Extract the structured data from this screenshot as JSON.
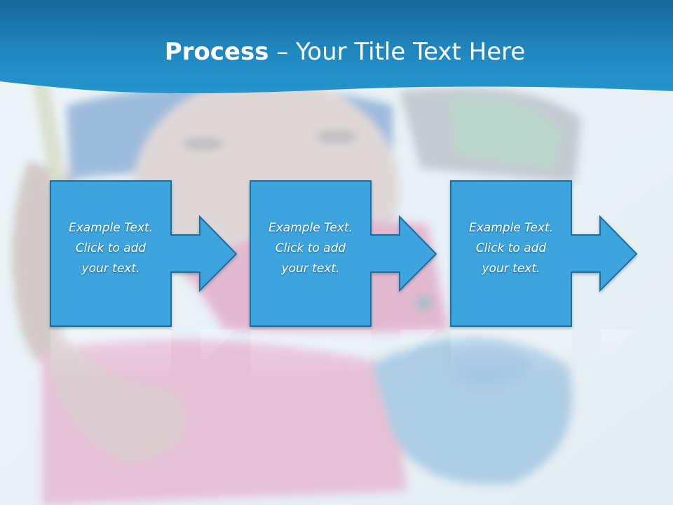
{
  "slide": {
    "title_bold": "Process",
    "title_rest": " – Your Title Text Here",
    "steps": [
      {
        "lines": [
          "Example Text.",
          "Click  to add",
          "your text."
        ]
      },
      {
        "lines": [
          "Example Text.",
          "Click  to add",
          "your text."
        ]
      },
      {
        "lines": [
          "Example Text.",
          "Click  to add",
          "your text."
        ]
      }
    ]
  },
  "colors": {
    "header": "#1f8ac2",
    "box_fill": "#3ea4dd",
    "box_border": "#1e6f9f",
    "background": "#e9f0f4"
  }
}
